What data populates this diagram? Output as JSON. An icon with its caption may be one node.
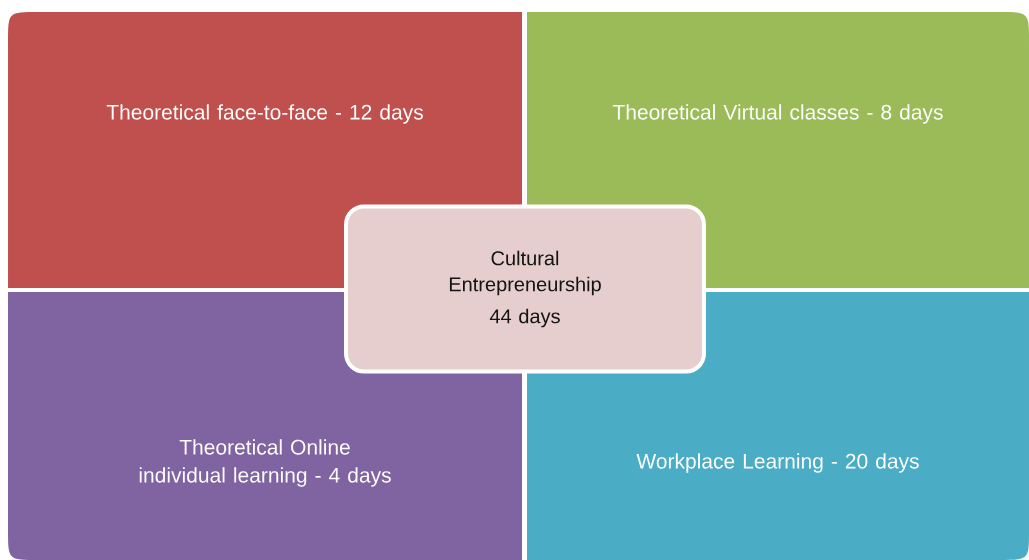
{
  "diagram": {
    "nodes": [
      {
        "text": [
          "Theoretical face-to-face - 12 days"
        ]
      },
      {
        "text": [
          "Theoretical Virtual classes - 8 days"
        ]
      },
      {
        "text": [
          "Cultural Entrepreneurship",
          "44 days"
        ]
      },
      {
        "text": [
          "Theoretical Online individual learning - 4 days"
        ]
      },
      {
        "text": [
          "Workplace Learning - 20 days"
        ]
      }
    ]
  }
}
